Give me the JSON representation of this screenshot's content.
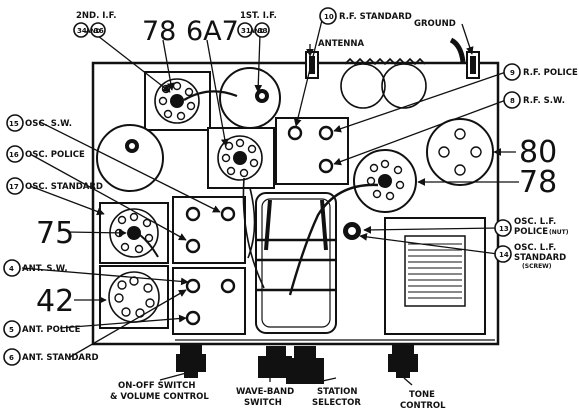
{
  "tubes": {
    "t78_top": "78",
    "t6a7": "6A7",
    "t80": "80",
    "t78_right": "78",
    "t75": "75",
    "t42": "42"
  },
  "labels": {
    "if2": "2ND. I.F.",
    "if2_nums": [
      "34",
      "AND",
      "36"
    ],
    "if1": "1ST. I.F.",
    "if1_nums": [
      "31",
      "AND",
      "33"
    ],
    "rf_standard": "R.F. STANDARD",
    "rf_standard_num": "10",
    "antenna": "ANTENNA",
    "ground": "GROUND",
    "rf_police": "R.F. POLICE",
    "rf_police_num": "9",
    "rf_sw": "R.F. S.W.",
    "rf_sw_num": "8",
    "osc_sw": "OSC. S.W.",
    "osc_sw_num": "15",
    "osc_police": "OSC. POLICE",
    "osc_police_num": "16",
    "osc_standard": "OSC. STANDARD",
    "osc_standard_num": "17",
    "ant_sw": "ANT. S.W.",
    "ant_sw_num": "4",
    "ant_police": "ANT. POLICE",
    "ant_police_num": "5",
    "ant_standard": "ANT. STANDARD",
    "ant_standard_num": "6",
    "osc_lf_police_1": "OSC. L.F.",
    "osc_lf_police_2": "POLICE",
    "osc_lf_police_sub": "(NUT)",
    "osc_lf_police_num": "13",
    "osc_lf_standard_1": "OSC. L.F.",
    "osc_lf_standard_2": "STANDARD",
    "osc_lf_standard_sub": "(SCREW)",
    "osc_lf_standard_num": "14",
    "onoff_1": "ON-OFF SWITCH",
    "onoff_2": "& VOLUME CONTROL",
    "waveband_1": "WAVE-BAND",
    "waveband_2": "SWITCH",
    "station_1": "STATION",
    "station_2": "SELECTOR",
    "tone_1": "TONE",
    "tone_2": "CONTROL"
  }
}
